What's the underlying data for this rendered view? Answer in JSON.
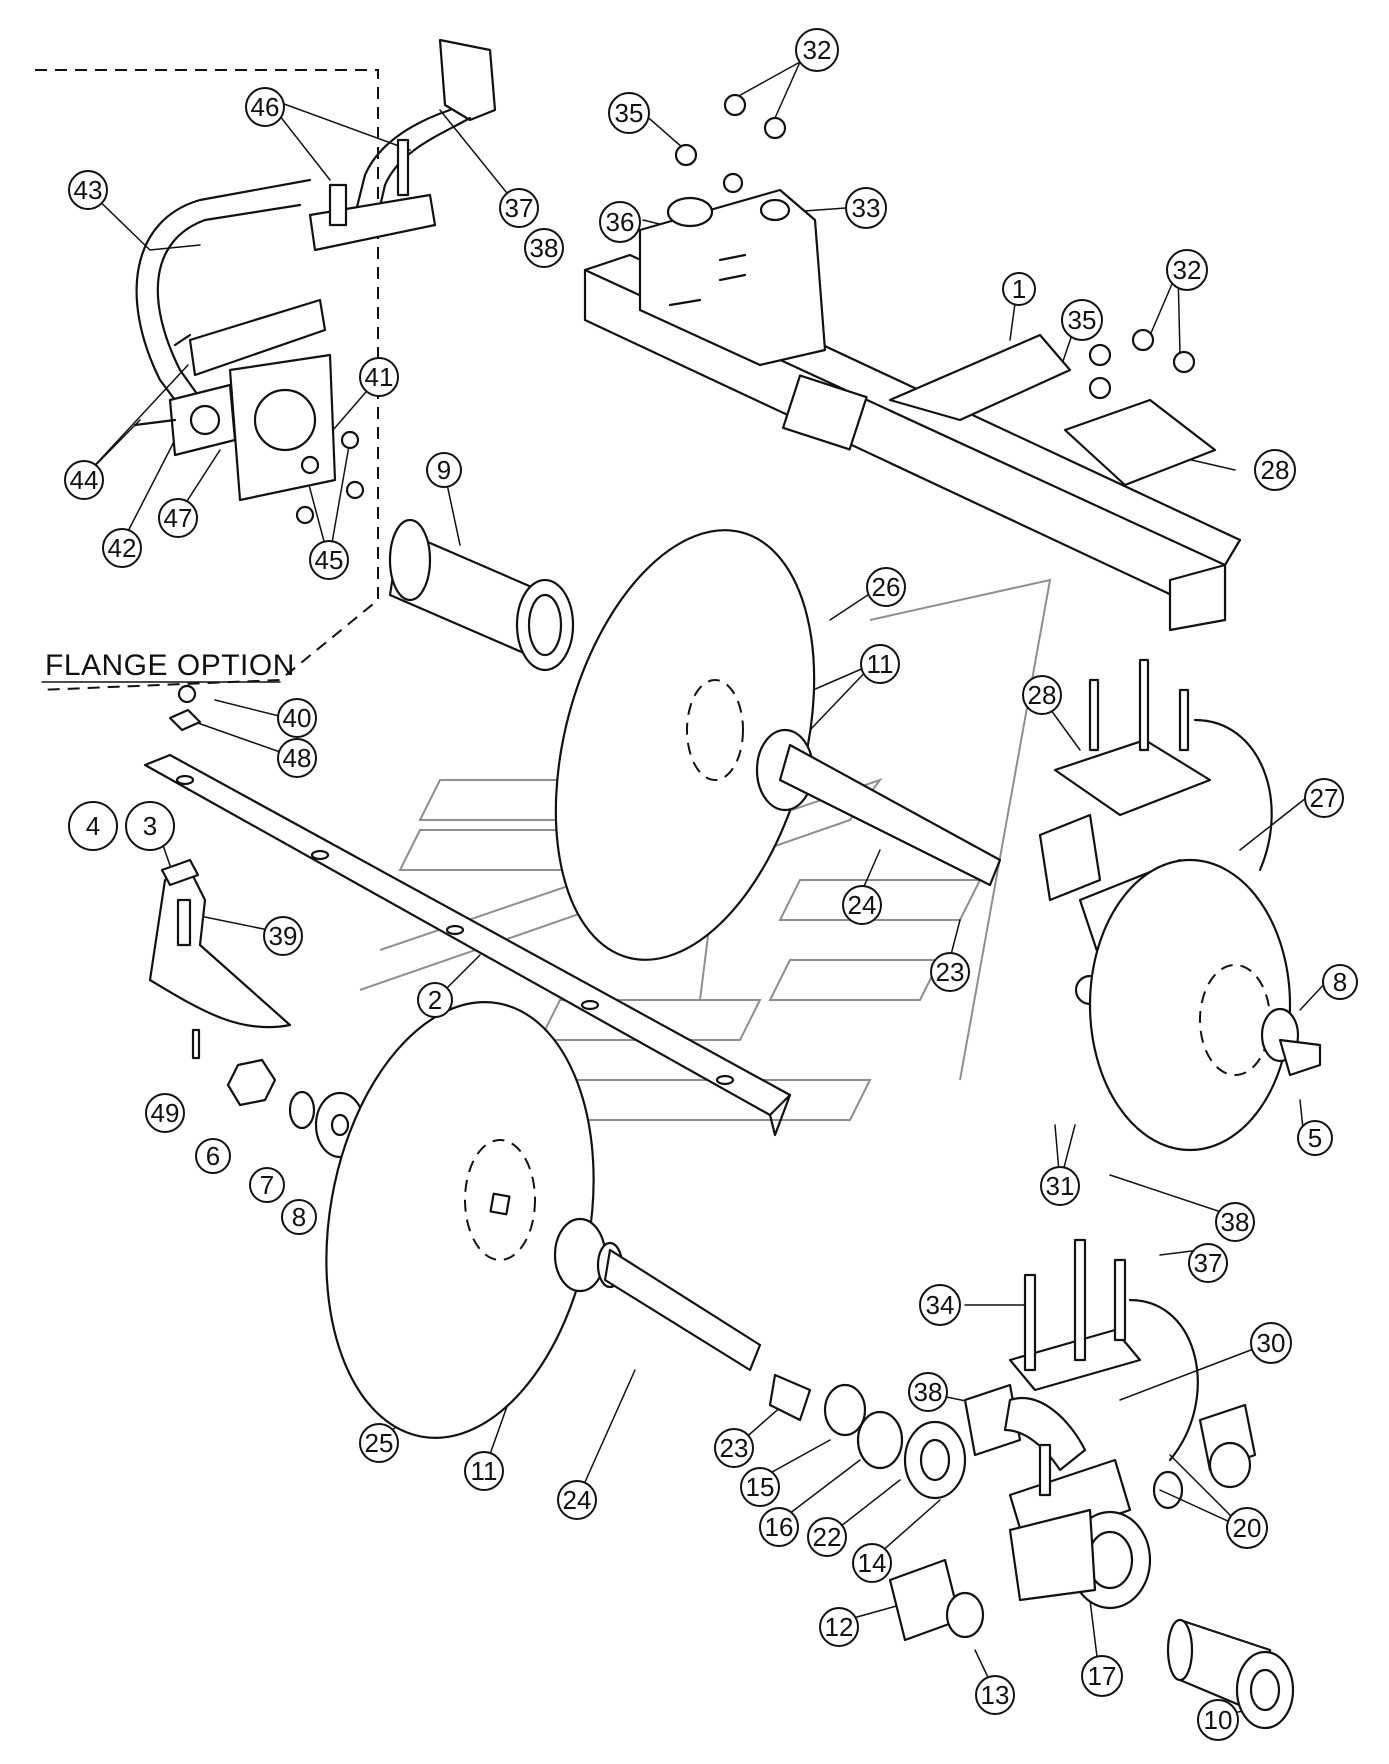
{
  "diagram": {
    "option_label": "FLANGE OPTION",
    "callouts": [
      {
        "id": "c1",
        "text": "1"
      },
      {
        "id": "c2",
        "text": "2"
      },
      {
        "id": "c3",
        "text": "3"
      },
      {
        "id": "c4",
        "text": "4"
      },
      {
        "id": "c5",
        "text": "5"
      },
      {
        "id": "c6",
        "text": "6"
      },
      {
        "id": "c7",
        "text": "7"
      },
      {
        "id": "c8a",
        "text": "8"
      },
      {
        "id": "c8b",
        "text": "8"
      },
      {
        "id": "c9",
        "text": "9"
      },
      {
        "id": "c10",
        "text": "10"
      },
      {
        "id": "c11a",
        "text": "11"
      },
      {
        "id": "c11b",
        "text": "11"
      },
      {
        "id": "c12",
        "text": "12"
      },
      {
        "id": "c13",
        "text": "13"
      },
      {
        "id": "c14",
        "text": "14"
      },
      {
        "id": "c15",
        "text": "15"
      },
      {
        "id": "c16",
        "text": "16"
      },
      {
        "id": "c17",
        "text": "17"
      },
      {
        "id": "c20",
        "text": "20"
      },
      {
        "id": "c22",
        "text": "22"
      },
      {
        "id": "c23a",
        "text": "23"
      },
      {
        "id": "c23b",
        "text": "23"
      },
      {
        "id": "c24a",
        "text": "24"
      },
      {
        "id": "c24b",
        "text": "24"
      },
      {
        "id": "c25",
        "text": "25"
      },
      {
        "id": "c26",
        "text": "26"
      },
      {
        "id": "c27",
        "text": "27"
      },
      {
        "id": "c28a",
        "text": "28"
      },
      {
        "id": "c28b",
        "text": "28"
      },
      {
        "id": "c30",
        "text": "30"
      },
      {
        "id": "c31",
        "text": "31"
      },
      {
        "id": "c32a",
        "text": "32"
      },
      {
        "id": "c32b",
        "text": "32"
      },
      {
        "id": "c33",
        "text": "33"
      },
      {
        "id": "c34",
        "text": "34"
      },
      {
        "id": "c35a",
        "text": "35"
      },
      {
        "id": "c35b",
        "text": "35"
      },
      {
        "id": "c36",
        "text": "36"
      },
      {
        "id": "c37a",
        "text": "37"
      },
      {
        "id": "c37b",
        "text": "37"
      },
      {
        "id": "c38a",
        "text": "38"
      },
      {
        "id": "c38b",
        "text": "38"
      },
      {
        "id": "c38c",
        "text": "38"
      },
      {
        "id": "c39",
        "text": "39"
      },
      {
        "id": "c40",
        "text": "40"
      },
      {
        "id": "c41",
        "text": "41"
      },
      {
        "id": "c42",
        "text": "42"
      },
      {
        "id": "c43",
        "text": "43"
      },
      {
        "id": "c44",
        "text": "44"
      },
      {
        "id": "c45",
        "text": "45"
      },
      {
        "id": "c46",
        "text": "46"
      },
      {
        "id": "c47",
        "text": "47"
      },
      {
        "id": "c48",
        "text": "48"
      },
      {
        "id": "c49",
        "text": "49"
      }
    ]
  }
}
